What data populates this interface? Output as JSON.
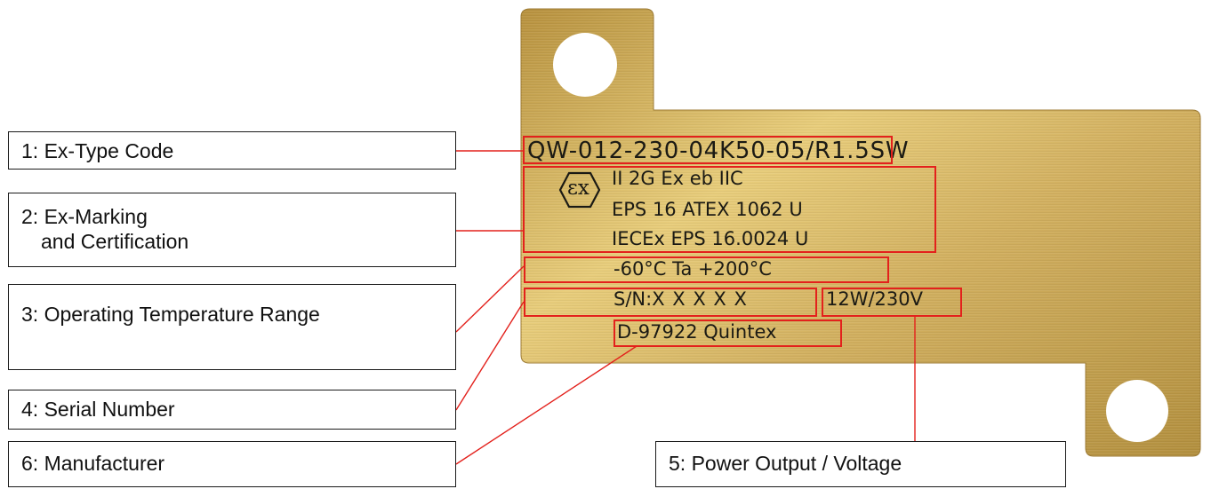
{
  "callouts": [
    {
      "id": "1",
      "text": "1: Ex-Type Code"
    },
    {
      "id": "2",
      "line1": "2: Ex-Marking",
      "line2": "and Certification"
    },
    {
      "id": "3",
      "text": "3: Operating Temperature Range"
    },
    {
      "id": "4",
      "text": "4: Serial Number"
    },
    {
      "id": "5",
      "text": "5: Power Output / Voltage"
    },
    {
      "id": "6",
      "text": "6: Manufacturer"
    }
  ],
  "plate": {
    "type_code": "QW-012-230-04K50-05/R1.5SW",
    "ex_symbol": "εx",
    "marking": [
      "II 2G Ex eb IIC",
      "EPS 16 ATEX 1062 U",
      "IECEx EPS 16.0024 U"
    ],
    "temperature": "-60°C Ta +200°C",
    "serial_prefix": "S/N:",
    "serial_value": "X X X X X",
    "power": "12W/230V",
    "manufacturer": "D-97922 Quintex"
  },
  "colors": {
    "highlight": "#e3211c",
    "plate_light": "#e9cf7e",
    "plate_mid": "#c9a54f",
    "plate_dark": "#a9843a",
    "box_border": "#1a1a1a"
  }
}
